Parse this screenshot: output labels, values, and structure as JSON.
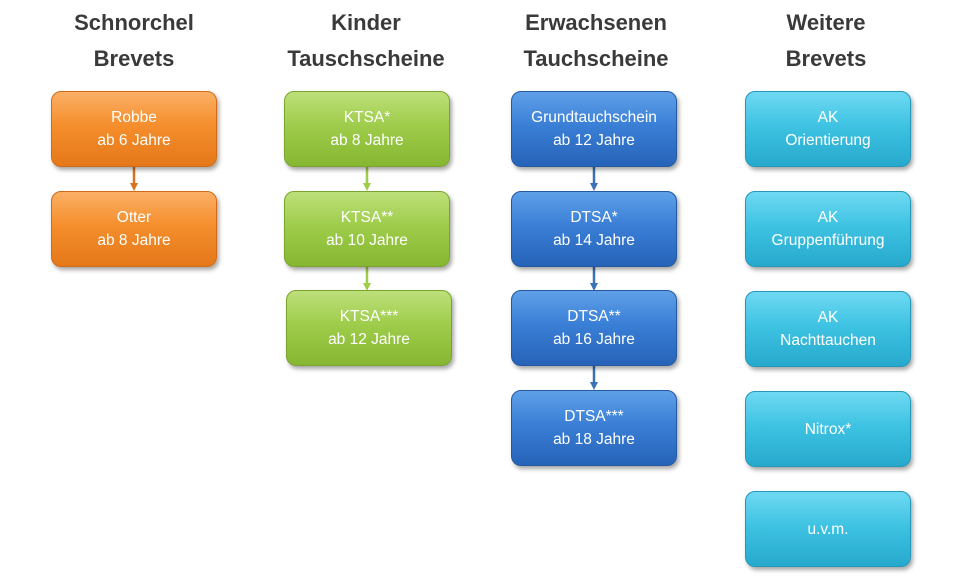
{
  "columns": [
    {
      "title": [
        "Schnorchel",
        "Brevets"
      ],
      "color": "#f58e2c",
      "boxes": [
        {
          "line1": "Robbe",
          "line2": "ab 6 Jahre"
        },
        {
          "line1": "Otter",
          "line2": "ab 8 Jahre"
        }
      ]
    },
    {
      "title": [
        "Kinder",
        "Tauschscheine"
      ],
      "color": "#9fcd4b",
      "boxes": [
        {
          "line1": "KTSA*",
          "line2": "ab 8 Jahre"
        },
        {
          "line1": "KTSA**",
          "line2": "ab 10 Jahre"
        },
        {
          "line1": "KTSA***",
          "line2": "ab 12 Jahre"
        }
      ]
    },
    {
      "title": [
        "Erwachsenen",
        "Tauchscheine"
      ],
      "color": "#3a7fd6",
      "boxes": [
        {
          "line1": "Grundtauchschein",
          "line2": "ab 12 Jahre"
        },
        {
          "line1": "DTSA*",
          "line2": "ab 14 Jahre"
        },
        {
          "line1": "DTSA**",
          "line2": "ab 16 Jahre"
        },
        {
          "line1": "DTSA***",
          "line2": "ab 18 Jahre"
        }
      ]
    },
    {
      "title": [
        "Weitere",
        "Brevets"
      ],
      "color": "#3fc3e3",
      "boxes": [
        {
          "line1": "AK",
          "line2": "Orientierung"
        },
        {
          "line1": "AK",
          "line2": "Gruppenführung"
        },
        {
          "line1": "AK",
          "line2": "Nachttauchen"
        },
        {
          "line1": "Nitrox*",
          "line2": ""
        },
        {
          "line1": "u.v.m.",
          "line2": ""
        }
      ]
    }
  ],
  "arrow_colors": [
    "#d9731c",
    "#9fcd4b",
    "#3b72b6"
  ]
}
